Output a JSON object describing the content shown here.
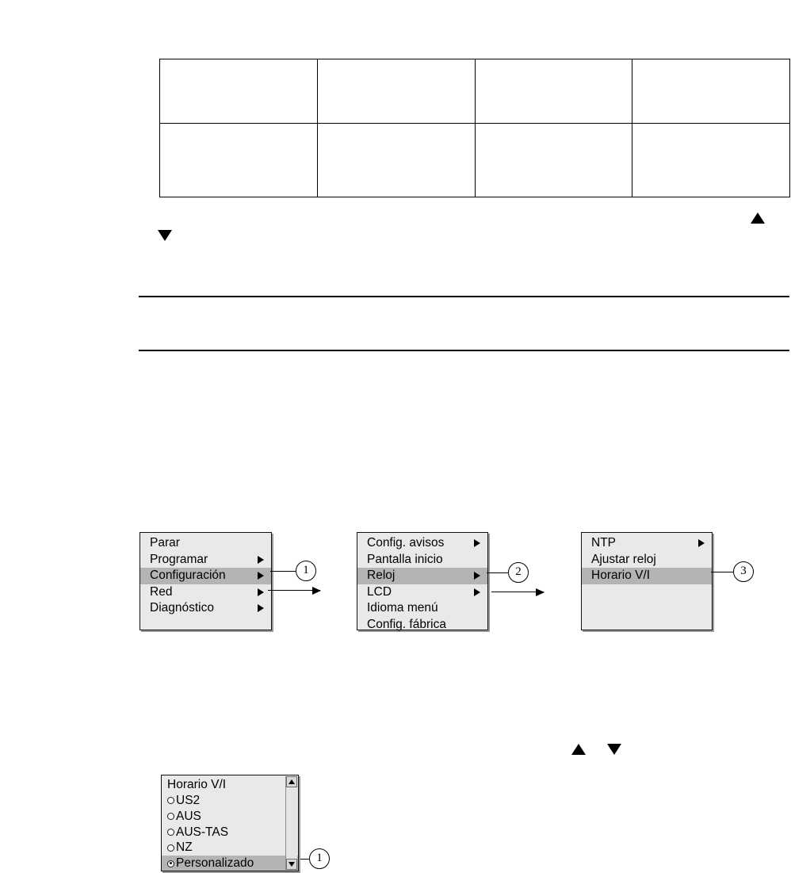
{
  "document": {
    "table": {
      "columns": 4,
      "rows": [
        [
          "",
          "",
          "",
          ""
        ],
        [
          "",
          "",
          "",
          ""
        ]
      ]
    },
    "markers": [
      {
        "name": "triangle-up-marker-right",
        "glyph": "triangle-up"
      },
      {
        "name": "triangle-down-marker-left",
        "glyph": "triangle-down"
      },
      {
        "name": "triangle-up-marker-mid",
        "glyph": "triangle-up"
      },
      {
        "name": "triangle-down-marker-mid",
        "glyph": "triangle-down"
      }
    ],
    "rules": 2
  },
  "menu_flow": {
    "panels": [
      {
        "id": "menu-root",
        "items": [
          {
            "label": "Parar",
            "submenu": false,
            "selected": false
          },
          {
            "label": "Programar",
            "submenu": true,
            "selected": false
          },
          {
            "label": "Configuración",
            "submenu": true,
            "selected": true
          },
          {
            "label": "Red",
            "submenu": true,
            "selected": false
          },
          {
            "label": "Diagnóstico",
            "submenu": true,
            "selected": false
          }
        ]
      },
      {
        "id": "menu-configuracion",
        "items": [
          {
            "label": "Config. avisos",
            "submenu": true,
            "selected": false
          },
          {
            "label": "Pantalla inicio",
            "submenu": false,
            "selected": false
          },
          {
            "label": "Reloj",
            "submenu": true,
            "selected": true
          },
          {
            "label": "LCD",
            "submenu": true,
            "selected": false
          },
          {
            "label": "Idioma menú",
            "submenu": false,
            "selected": false
          },
          {
            "label": "Config. fábrica",
            "submenu": false,
            "selected": false
          }
        ]
      },
      {
        "id": "menu-reloj",
        "items": [
          {
            "label": "NTP",
            "submenu": true,
            "selected": false
          },
          {
            "label": "Ajustar reloj",
            "submenu": false,
            "selected": false
          },
          {
            "label": "Horario V/I",
            "submenu": true,
            "selected": true
          }
        ]
      }
    ],
    "callouts": [
      {
        "id": "callout-1",
        "number": "1"
      },
      {
        "id": "callout-2",
        "number": "2"
      },
      {
        "id": "callout-3",
        "number": "3"
      }
    ]
  },
  "dialog": {
    "title": "Horario V/I",
    "options": [
      {
        "label": "US2",
        "selected": false
      },
      {
        "label": "AUS",
        "selected": false
      },
      {
        "label": "AUS-TAS",
        "selected": false
      },
      {
        "label": "NZ",
        "selected": false
      },
      {
        "label": "Personalizado",
        "selected": true
      }
    ],
    "callout": {
      "id": "callout-1-bottom",
      "number": "1"
    }
  },
  "colors": {
    "lcd_background": "#e9e9e9",
    "lcd_selected": "#b4b4b4",
    "lcd_border": "#111111",
    "page_background": "#ffffff",
    "ink": "#000000"
  }
}
